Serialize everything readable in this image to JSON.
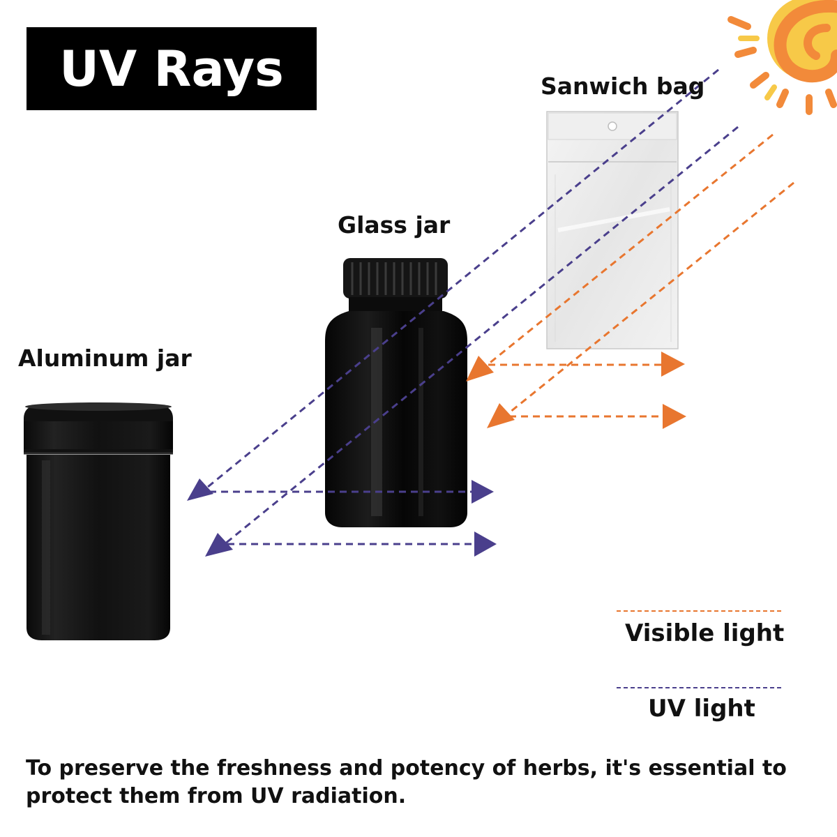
{
  "title": "UV Rays",
  "labels": {
    "sandwich_bag": "Sanwich bag",
    "glass_jar": "Glass jar",
    "aluminum_jar": "Aluminum jar"
  },
  "legend": {
    "visible_light": "Visible light",
    "uv_light": "UV light"
  },
  "footer": "To preserve the freshness and potency of herbs, it's essential to protect them from UV radiation.",
  "icons": [
    "sun-icon",
    "sandwich-bag-icon",
    "glass-jar-icon",
    "aluminum-jar-icon"
  ],
  "colors": {
    "uv": "#4a3f8c",
    "visible": "#e8762f",
    "sun_orange": "#f28a3a",
    "sun_yellow": "#f7c948",
    "title_bg": "#000000"
  }
}
